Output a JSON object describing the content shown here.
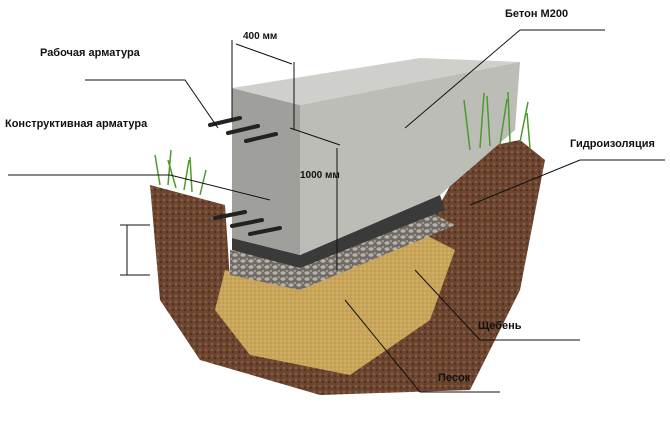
{
  "labels": {
    "working_rebar": "Рабочая арматура",
    "structural_rebar": "Конструктивная арматура",
    "width": "400 мм",
    "concrete": "Бетон М200",
    "height": "1000 мм",
    "waterproofing": "Гидроизоляция",
    "gravel": "Щебень",
    "sand": "Песок"
  },
  "colors": {
    "concrete": "#b9b9b5",
    "soil": "#6b4530",
    "sand": "#c9a55a",
    "gravel": "#8a8580",
    "grass": "#4d9a2c",
    "membrane": "#3a3a3a"
  }
}
